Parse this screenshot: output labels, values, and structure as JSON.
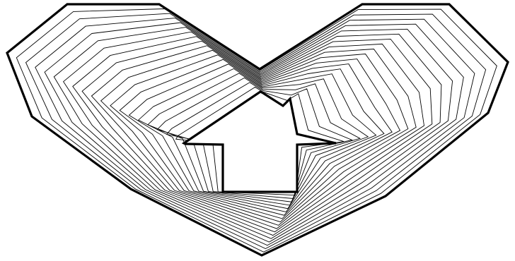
{
  "figure": {
    "background_color": "#ffffff",
    "stroke_color": "#000000",
    "inner_contour_count": 18,
    "shapes": [
      "outer-heart-outline",
      "inner-house-outline",
      "interpolated-contours"
    ]
  }
}
